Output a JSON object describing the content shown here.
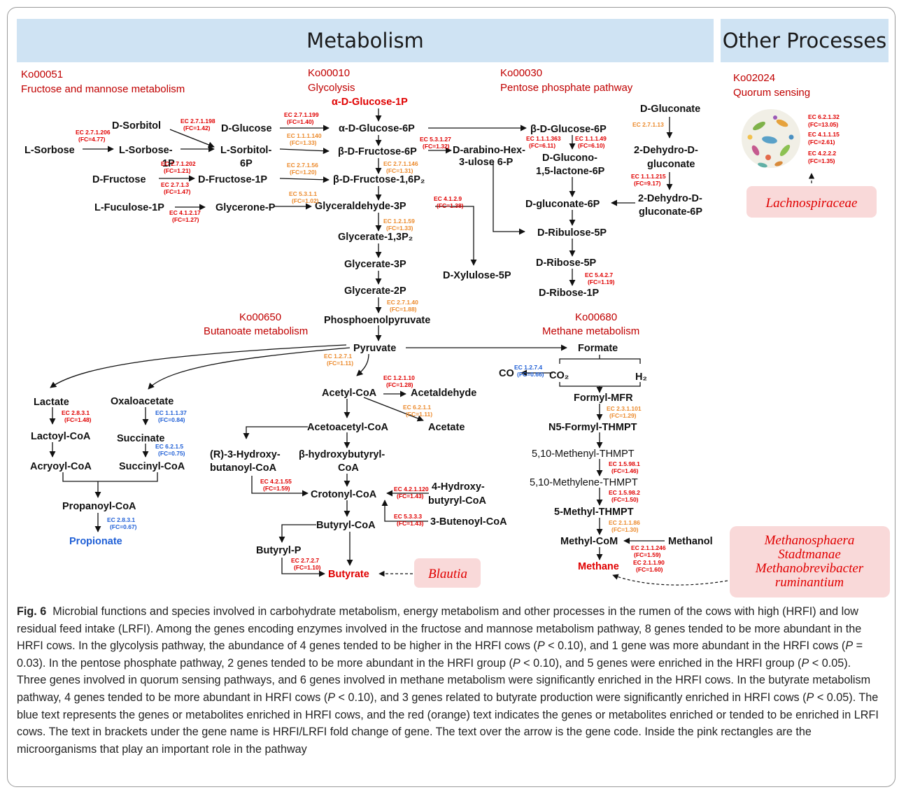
{
  "headers": {
    "metabolism": "Metabolism",
    "other": "Other Processes"
  },
  "pathways": [
    {
      "id": "Ko00051",
      "name": "Fructose and mannose metabolism"
    },
    {
      "id": "Ko00010",
      "name": "Glycolysis"
    },
    {
      "id": "Ko00030",
      "name": "Pentose phosphate pathway"
    },
    {
      "id": "Ko02024",
      "name": "Quorum sensing"
    },
    {
      "id": "Ko00650",
      "name": "Butanoate metabolism"
    },
    {
      "id": "Ko00680",
      "name": "Methane metabolism"
    }
  ],
  "fructose_nodes": [
    "D-Sorbitol",
    "L-Sorbose",
    "L-Sorbose-",
    "1P",
    "D-Glucose",
    "L-Sorbitol-",
    "6P",
    "D-Fructose",
    "D-Fructose-1P",
    "L-Fuculose-1P",
    "Glycerone-P"
  ],
  "glycolysis_nodes": [
    "α-D-Glucose-1P",
    "α-D-Glucose-6P",
    "β-D-Fructose-6P",
    "β-D-Fructose-1,6P₂",
    "Glyceraldehyde-3P",
    "Glycerate-1,3P₂",
    "Glycerate-3P",
    "Glycerate-2P",
    "Phosphoenolpyruvate",
    "D-arabino-Hex-",
    "3-ulose 6-P",
    "D-Xylulose-5P"
  ],
  "pentose_nodes": [
    "β-D-Glucose-6P",
    "D-Glucono-",
    "1,5-lactone-6P",
    "D-Gluconate",
    "2-Dehydro-D-",
    "gluconate",
    "2-Dehydro-D-",
    "gluconate-6P",
    "D-gluconate-6P",
    "D-Ribulose-5P",
    "D-Ribose-5P",
    "D-Ribose-1P"
  ],
  "butanoate_nodes": [
    "Pyruvate",
    "Lactate",
    "Oxaloacetate",
    "Lactoyl-CoA",
    "Succinate",
    "Acryoyl-CoA",
    "Succinyl-CoA",
    "Propanoyl-CoA",
    "Propionate",
    "Acetyl-CoA",
    "Acetaldehyde",
    "Acetate",
    "Acetoacetyl-CoA",
    "(R)-3-Hydroxy-",
    "butanoyl-CoA",
    "β-hydroxybutyryl-",
    "CoA",
    "Crotonyl-CoA",
    "4-Hydroxy-",
    "butyryl-CoA",
    "3-Butenoyl-CoA",
    "Butyryl-CoA",
    "Butyryl-P",
    "Butyrate"
  ],
  "methane_nodes": [
    "Formate",
    "CO",
    "CO₂",
    "H₂",
    "Formyl-MFR",
    "N5-Formyl-THMPT",
    "5,10-Methenyl-THMPT",
    "5,10-Methylene-THMPT",
    "5-Methyl-THMPT",
    "Methyl-CoM",
    "Methanol",
    "Methane"
  ],
  "enzymes": [
    {
      "ec": "EC 2.7.1.206",
      "fc": "(FC=4.77)",
      "color": "#e00000"
    },
    {
      "ec": "EC 2.7.1.198",
      "fc": "(FC=1.42)",
      "color": "#e00000"
    },
    {
      "ec": "EC 2.7.1.202",
      "fc": "(FC=1.21)",
      "color": "#e00000"
    },
    {
      "ec": "EC 2.7.1.3",
      "fc": "(FC=1.47)",
      "color": "#e00000"
    },
    {
      "ec": "EC 4.1.2.17",
      "fc": "(FC=1.27)",
      "color": "#e00000"
    },
    {
      "ec": "EC 2.7.1.199",
      "fc": "(FC=1.40)",
      "color": "#e00000"
    },
    {
      "ec": "EC 1.1.1.140",
      "fc": "(FC=1.33)",
      "color": "#ec8a2c"
    },
    {
      "ec": "EC 2.7.1.56",
      "fc": "(FC=1.20)",
      "color": "#ec8a2c"
    },
    {
      "ec": "EC 5.3.1.1",
      "fc": "(FC=1.02)",
      "color": "#ec8a2c"
    },
    {
      "ec": "EC 5.3.1.27",
      "fc": "(FC=1.32)",
      "color": "#e00000"
    },
    {
      "ec": "EC 2.7.1.146",
      "fc": "(FC=1.31)",
      "color": "#ec8a2c"
    },
    {
      "ec": "EC 4.1.2.9",
      "fc": "(FC=1.38)",
      "color": "#e00000"
    },
    {
      "ec": "EC 1.2.1.59",
      "fc": "(FC=1.33)",
      "color": "#ec8a2c"
    },
    {
      "ec": "EC 2.7.1.40",
      "fc": "(FC=1.88)",
      "color": "#ec8a2c"
    },
    {
      "ec": "EC 1.1.1.363",
      "fc": "(FC=6.11)",
      "color": "#e00000"
    },
    {
      "ec": "EC 1.1.1.49",
      "fc": "(FC=6.10)",
      "color": "#e00000"
    },
    {
      "ec": "EC 2.7.1.13",
      "fc": "",
      "color": "#ec8a2c"
    },
    {
      "ec": "EC 1.1.1.215",
      "fc": "(FC=9.17)",
      "color": "#e00000"
    },
    {
      "ec": "EC 5.4.2.7",
      "fc": "(FC=1.19)",
      "color": "#e00000"
    },
    {
      "ec": "EC 1.2.7.1",
      "fc": "(FC=1.11)",
      "color": "#ec8a2c"
    },
    {
      "ec": "EC 1.2.1.10",
      "fc": "(FC=1.28)",
      "color": "#e00000"
    },
    {
      "ec": "EC 6.2.1.1",
      "fc": "(FC=1.11)",
      "color": "#ec8a2c"
    },
    {
      "ec": "EC 2.8.3.1",
      "fc": "(FC=1.48)",
      "color": "#e00000"
    },
    {
      "ec": "EC 1.1.1.37",
      "fc": "(FC=0.84)",
      "color": "#1f5fd6"
    },
    {
      "ec": "EC 6.2.1.5",
      "fc": "(FC=0.75)",
      "color": "#1f5fd6"
    },
    {
      "ec": "EC 2.8.3.1",
      "fc": "(FC=0.67)",
      "color": "#1f5fd6"
    },
    {
      "ec": "EC 4.2.1.55",
      "fc": "(FC=1.59)",
      "color": "#e00000"
    },
    {
      "ec": "EC 4.2.1.120",
      "fc": "(FC=1.43)",
      "color": "#e00000"
    },
    {
      "ec": "EC 5.3.3.3",
      "fc": "(FC=1.43)",
      "color": "#e00000"
    },
    {
      "ec": "EC 2.7.2.7",
      "fc": "(FC=1.10)",
      "color": "#e00000"
    },
    {
      "ec": "EC 1.2.7.4",
      "fc": "(FC=0.66)",
      "color": "#1f5fd6"
    },
    {
      "ec": "EC 2.3.1.101",
      "fc": "(FC=1.29)",
      "color": "#ec8a2c"
    },
    {
      "ec": "EC 1.5.98.1",
      "fc": "(FC=1.46)",
      "color": "#e00000"
    },
    {
      "ec": "EC 1.5.98.2",
      "fc": "(FC=1.50)",
      "color": "#e00000"
    },
    {
      "ec": "EC 2.1.1.86",
      "fc": "(FC=1.30)",
      "color": "#ec8a2c"
    },
    {
      "ec": "EC 2.1.1.246",
      "fc": "(FC=1.59)",
      "color": "#e00000"
    },
    {
      "ec": "EC 2.1.1.90",
      "fc": "(FC=1.60)",
      "color": "#e00000"
    }
  ],
  "quorum_genes": [
    "EC 6.2.1.32",
    "(FC=13.05)",
    "EC 4.1.1.15",
    "(FC=2.61)",
    "EC 4.2.2.2",
    "(FC=1.35)"
  ],
  "microbes": {
    "lachno": "Lachnospiraceae",
    "blautia": "Blautia",
    "methanogens": [
      "Methanosphaera",
      "Stadtmanae",
      "Methanobrevibacter",
      "ruminantium"
    ]
  },
  "caption": {
    "label": "Fig. 6",
    "segments": [
      "Microbial functions and species involved in carbohydrate metabolism, energy metabolism and other processes in the rumen of the cows with high (HRFI) and low residual feed intake (LRFI). Among the genes encoding enzymes involved in the fructose and mannose metabolism pathway, 8 genes tended to be more abundant in the HRFI cows. In the glycolysis pathway, the abundance of 4 genes tended to be higher in the HRFI cows (",
      "P",
      " < 0.10), and 1 gene was more abundant in the HRFI cows (",
      "P",
      " = 0.03). In the pentose phosphate pathway, 2 genes tended to be more abundant in the HRFI group (",
      "P",
      " < 0.10), and 5 genes were enriched in the HRFI group (",
      "P",
      " < 0.05). Three genes involved in quorum sensing pathways, and 6 genes involved in methane metabolism were significantly enriched in the HRFI cows. In the butyrate metabolism pathway, 4 genes tended to be more abundant in HRFI cows (",
      "P",
      " < 0.10), and 3 genes related to butyrate production were significantly enriched in HRFI cows (",
      "P",
      " < 0.05). The blue text represents the genes or metabolites enriched in HRFI cows, and the red (orange) text indicates the genes or metabolites enriched or tended to be enriched in LRFI cows. The text in brackets under the gene name is HRFI/LRFI fold change of gene. The text over the arrow is the gene code. Inside the pink rectangles are the microorganisms that play an important role in the pathway"
    ]
  }
}
